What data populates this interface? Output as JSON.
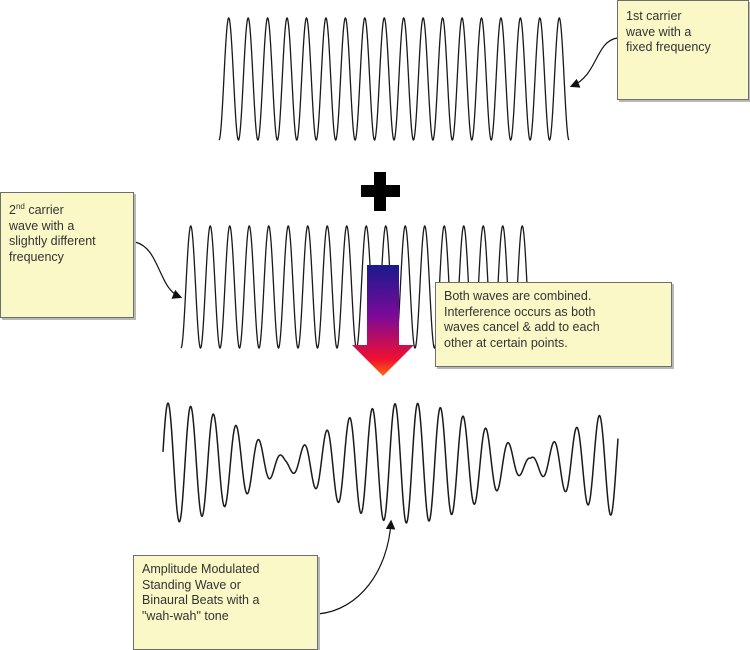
{
  "boxes": {
    "carrier1": {
      "lines": [
        "1st carrier",
        "wave with a",
        "fixed frequency"
      ]
    },
    "carrier2": {
      "ordinal": "2",
      "ordinal_suffix": "nd",
      "line1_rest": " carrier",
      "lines": [
        "wave with a",
        "slightly different",
        "frequency"
      ]
    },
    "combined": {
      "lines": [
        "Both waves are combined.",
        "Interference occurs as both",
        "waves cancel & add to each",
        "other at certain points."
      ]
    },
    "result": {
      "lines": [
        "Amplitude Modulated",
        "Standing Wave or",
        "Binaural Beats with a",
        "\"wah-wah\" tone"
      ]
    }
  },
  "colors": {
    "box_fill": "#fbf8c8",
    "wave": "#1a1a1a",
    "arrow_top": "#1a1a8c",
    "arrow_bottom": "#ff2a10"
  }
}
